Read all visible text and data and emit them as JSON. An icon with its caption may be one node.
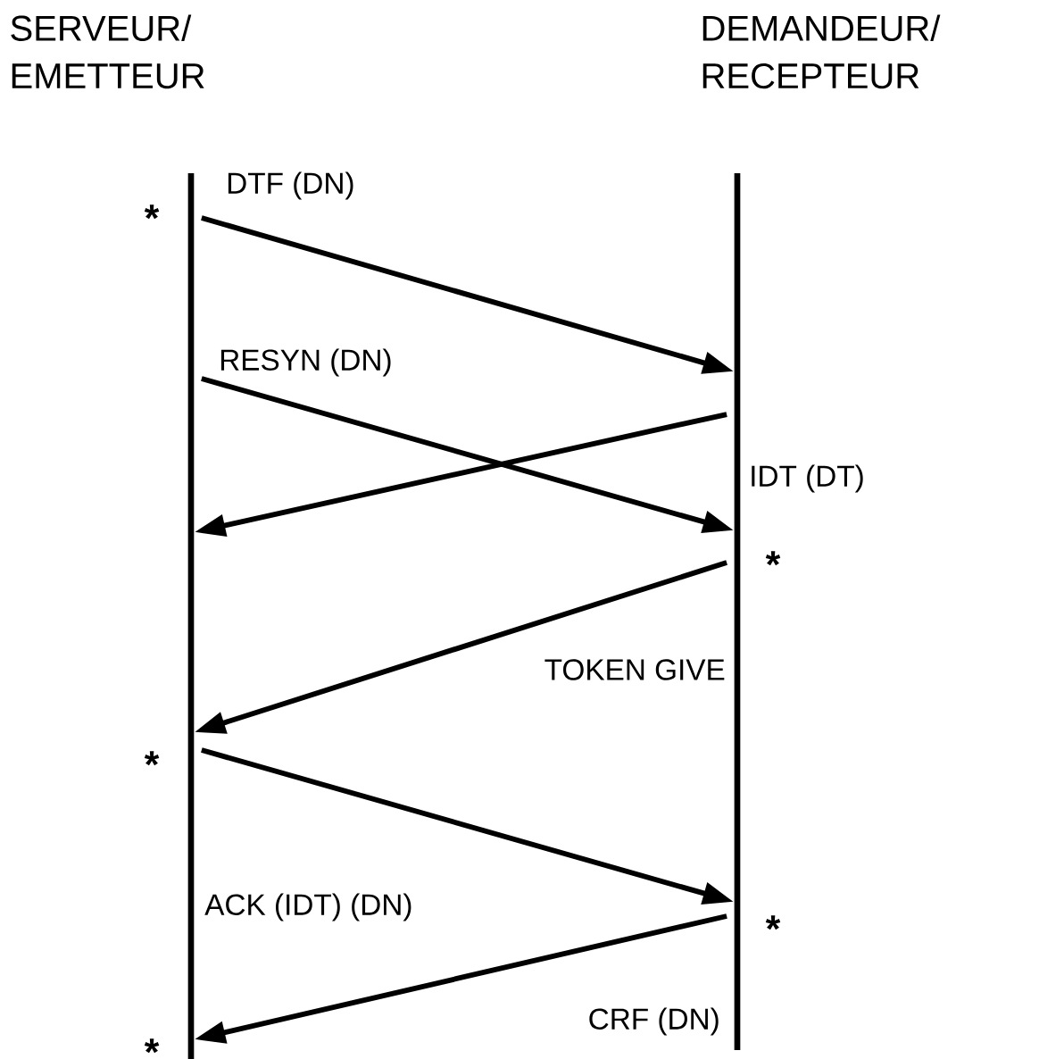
{
  "diagram": {
    "nodes": [
      {
        "text": [
          "SERVEUR/ EMETTEUR"
        ]
      },
      {
        "text": [
          "DEMANDEUR/ RECEPTEUR"
        ]
      }
    ],
    "edges": [
      {
        "from": 0,
        "to": 1,
        "arrow": "to",
        "label": "DTF (DN)"
      },
      {
        "from": 0,
        "to": 1,
        "arrow": "to",
        "label": "RESYN (DN)"
      },
      {
        "from": 1,
        "to": 0,
        "arrow": "to",
        "label": "IDT (DT)"
      },
      {
        "from": 1,
        "to": 0,
        "arrow": "to",
        "label": "TOKEN GIVE"
      },
      {
        "from": 0,
        "to": 1,
        "arrow": "to",
        "label": "ACK (IDT) (DN)"
      },
      {
        "from": 1,
        "to": 0,
        "arrow": "to",
        "label": "CRF (DN)"
      }
    ],
    "labels": [
      "*",
      "*",
      "*",
      "*",
      "*"
    ]
  }
}
